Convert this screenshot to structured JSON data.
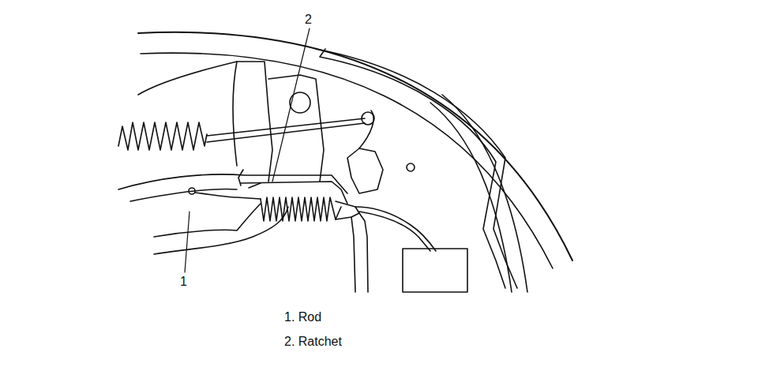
{
  "diagram": {
    "labels": [
      "2",
      "1",
      "1. Rod",
      "2. Ratchet"
    ]
  }
}
